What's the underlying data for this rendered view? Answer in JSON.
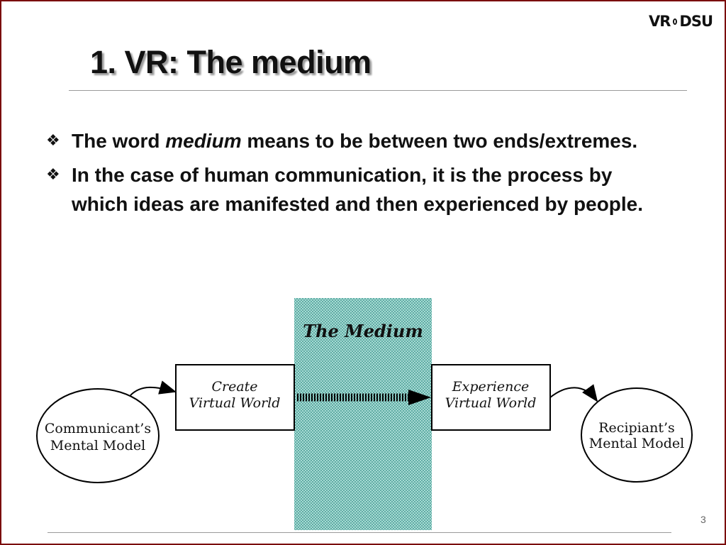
{
  "logo": {
    "left": "VR",
    "right": "DSU"
  },
  "slide": {
    "title": "1. VR: The medium",
    "bullets": [
      {
        "pre": "The word ",
        "em": "medium",
        "post": " means to be between two ends/extremes."
      },
      {
        "text": "In the case of human communication, it is the process by which ideas are manifested and then experienced by people."
      }
    ]
  },
  "diagram": {
    "medium_label": "The Medium",
    "communicant": [
      "Communicant’s",
      "Mental Model"
    ],
    "create": [
      "Create",
      "Virtual World"
    ],
    "experience": [
      "Experience",
      "Virtual World"
    ],
    "recipient": [
      "Recipiant’s",
      "Mental Model"
    ],
    "colors": {
      "medium_fill": "#a7dad4",
      "medium_dots": "#2e8c82",
      "stroke": "#000000"
    }
  },
  "page_number": "3"
}
